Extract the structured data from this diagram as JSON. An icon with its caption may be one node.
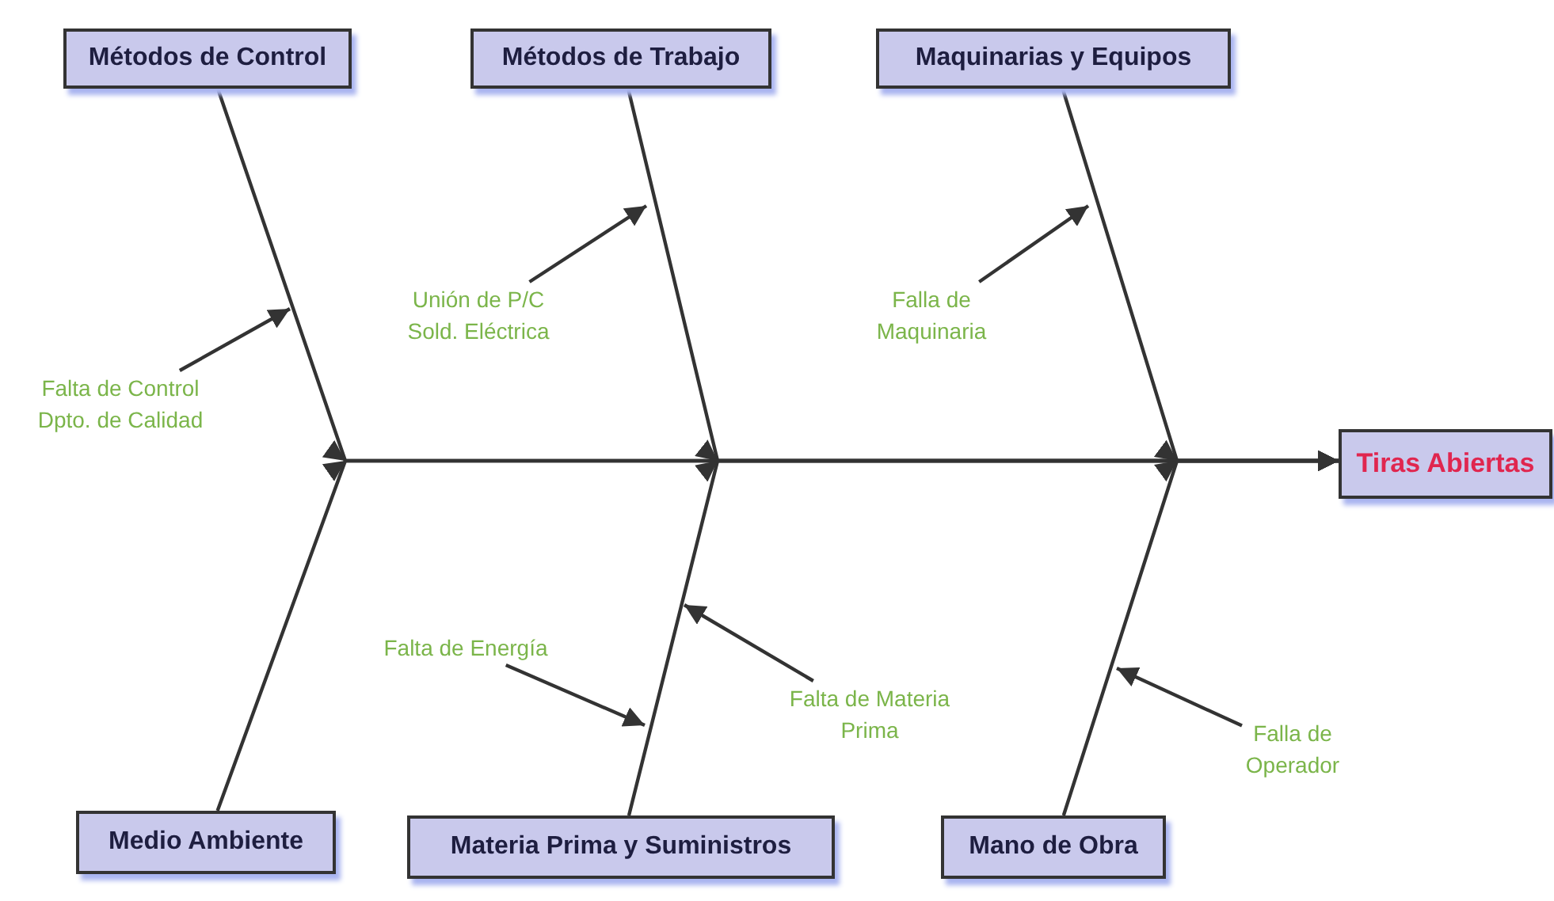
{
  "diagram": {
    "nodes": [
      {
        "text": [
          "Métodos de Control"
        ]
      },
      {
        "text": [
          "Métodos de Trabajo"
        ]
      },
      {
        "text": [
          "Maquinarias y Equipos"
        ]
      },
      {
        "text": [
          "Unión de P/C Sold. Eléctrica"
        ]
      },
      {
        "text": [
          "Falla de Maquinaria"
        ]
      },
      {
        "text": [
          "Falta de Control Dpto. de Calidad"
        ]
      },
      {
        "text": [
          "Tiras Abiertas"
        ]
      },
      {
        "text": [
          "Falta de Energía"
        ]
      },
      {
        "text": [
          "Falta de Materia Prima"
        ]
      },
      {
        "text": [
          "Falla de Operador"
        ]
      },
      {
        "text": [
          "Medio Ambiente"
        ]
      },
      {
        "text": [
          "Materia Prima y Suministros"
        ]
      },
      {
        "text": [
          "Mano de Obra"
        ]
      }
    ],
    "edges": [
      {
        "from": 0,
        "to": 6,
        "arrow": "to"
      },
      {
        "from": 1,
        "to": 6,
        "arrow": "to"
      },
      {
        "from": 2,
        "to": 6,
        "arrow": "to"
      },
      {
        "from": 10,
        "to": 6,
        "arrow": "to"
      },
      {
        "from": 11,
        "to": 6,
        "arrow": "to"
      },
      {
        "from": 12,
        "to": 6,
        "arrow": "to"
      },
      {
        "from": 5,
        "to": null,
        "arrow": "to"
      },
      {
        "from": 3,
        "to": null,
        "arrow": "to"
      },
      {
        "from": 4,
        "to": null,
        "arrow": "to"
      },
      {
        "from": 7,
        "to": null,
        "arrow": "to"
      },
      {
        "from": 8,
        "to": null,
        "arrow": "to"
      },
      {
        "from": 9,
        "to": null,
        "arrow": "to"
      }
    ]
  }
}
